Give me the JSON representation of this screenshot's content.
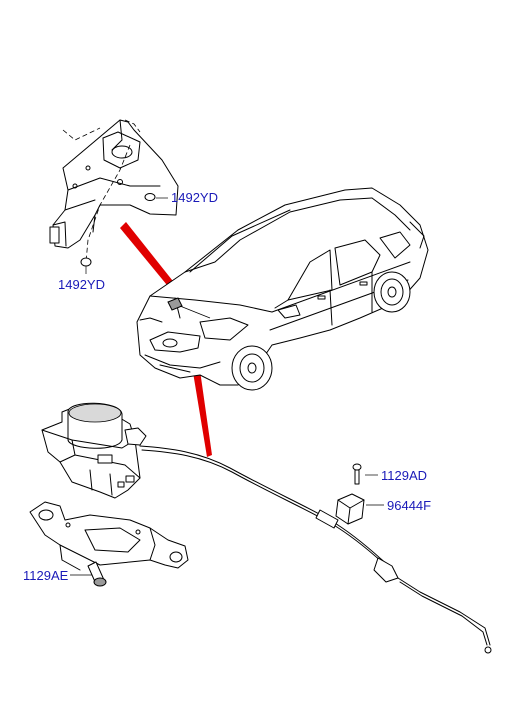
{
  "labels": {
    "clip_upper": "1492YD",
    "clip_lower": "1492YD",
    "bolt_bracket": "1129AE",
    "bolt_clip": "1129AD",
    "cable_clip": "96444F"
  },
  "colors": {
    "label": "#1a1ab8",
    "pointer": "#e00000",
    "line": "#000000"
  }
}
